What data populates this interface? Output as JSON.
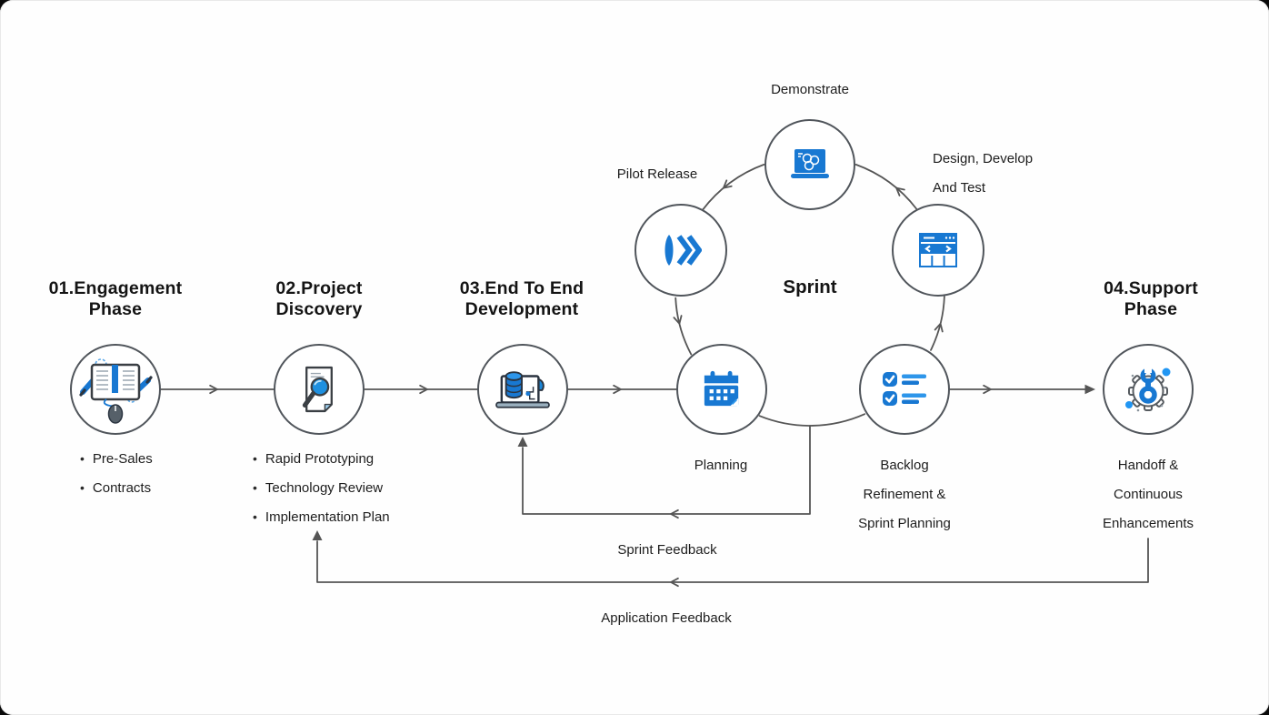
{
  "colors": {
    "accent": "#1878d2",
    "accent_light": "#2e96ea",
    "line": "#555555",
    "circle_border": "#50555b",
    "title_text": "#141414",
    "body_text": "#1d1d1d"
  },
  "phases": [
    {
      "title1": "01.Engagement",
      "title2": "Phase",
      "icon": "notebook-pens-mouse-icon",
      "bullets": [
        "Pre-Sales",
        "Contracts"
      ]
    },
    {
      "title1": "02.Project",
      "title2": "Discovery",
      "icon": "magnifier-document-icon",
      "bullets": [
        "Rapid Prototyping",
        "Technology Review",
        "Implementation Plan"
      ]
    },
    {
      "title1": "03.End To End",
      "title2": "Development",
      "icon": "laptop-cloud-database-icon",
      "bullets": []
    },
    {
      "title1": "04.Support",
      "title2": "Phase",
      "icon": "gear-wrench-icon",
      "lines": [
        "Handoff &",
        "Continuous",
        "Enhancements"
      ]
    }
  ],
  "sprint": {
    "title": "Sprint",
    "nodes": {
      "demonstrate": {
        "label": "Demonstrate",
        "icon": "presentation-laptop-icon"
      },
      "pilot": {
        "label": "Pilot Release",
        "icon": "release-chevrons-icon"
      },
      "design": {
        "label1": "Design, Develop",
        "label2": "And Test",
        "icon": "browser-code-icon"
      },
      "planning": {
        "label": "Planning",
        "icon": "calendar-icon"
      },
      "backlog": {
        "label1": "Backlog",
        "label2": "Refinement &",
        "label3": "Sprint Planning",
        "icon": "checklist-icon"
      }
    }
  },
  "feedback": {
    "sprint": "Sprint Feedback",
    "application": "Application Feedback"
  }
}
